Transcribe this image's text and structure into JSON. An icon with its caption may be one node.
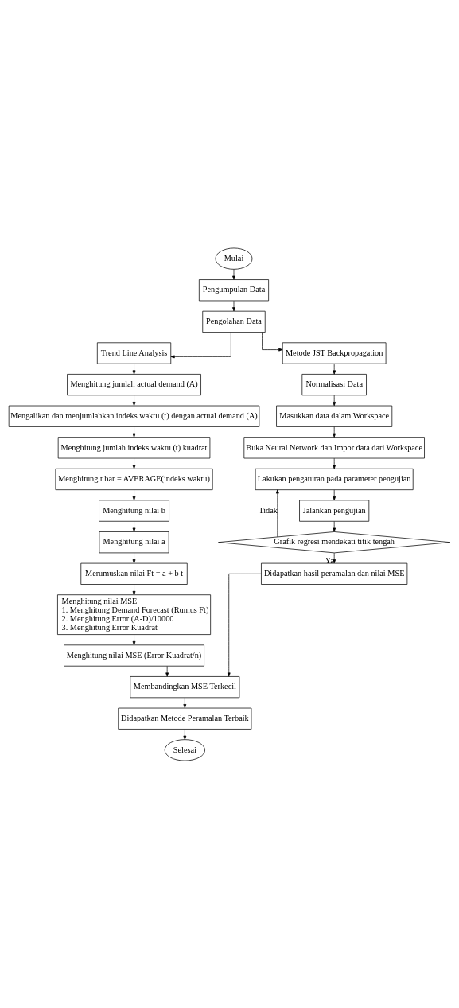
{
  "diagram": {
    "nodes": [
      {
        "text": [
          "Mulai"
        ]
      },
      {
        "text": [
          "Pengumpulan Data"
        ]
      },
      {
        "text": [
          "Pengolahan Data"
        ]
      },
      {
        "text": [
          "Trend Line Analysis"
        ]
      },
      {
        "text": [
          "Menghitung jumlah actual demand (A)"
        ]
      },
      {
        "text": [
          "Mengalikan dan menjumlahkan indeks waktu (t) dengan actual demand (A)"
        ]
      },
      {
        "text": [
          "Menghitung jumlah indeks waktu (t) kuadrat"
        ]
      },
      {
        "text": [
          "Menghitung t bar = AVERAGE(indeks waktu)"
        ]
      },
      {
        "text": [
          "Menghitung nilai b"
        ]
      },
      {
        "text": [
          "Menghitung nilai a"
        ]
      },
      {
        "text": [
          "Merumuskan nilai Ft = a + b t"
        ]
      },
      {
        "text": [
          "Menghitung nilai MSE",
          "1. Menghitung Demand Forecast (Rumus Ft)",
          "2. Menghitung Error (A-D)/10000",
          "3. Menghitung Error Kuadrat"
        ]
      },
      {
        "text": [
          "Menghitung nilai MSE (Error Kuadrat/n)"
        ]
      },
      {
        "text": [
          "Metode JST Backpropagation"
        ]
      },
      {
        "text": [
          "Normalisasi Data"
        ]
      },
      {
        "text": [
          "Masukkan data dalam Workspace"
        ]
      },
      {
        "text": [
          "Buka Neural Network dan Impor data dari Workspace"
        ]
      },
      {
        "text": [
          "Lakukan pengaturan pada parameter pengujian"
        ]
      },
      {
        "text": [
          "Jalankan pengujian"
        ]
      },
      {
        "text": [
          "Grafik regresi mendekati titik tengah"
        ]
      },
      {
        "text": [
          "Didapatkan hasil peramalan dan nilai MSE"
        ]
      },
      {
        "text": [
          "Membandingkan MSE Terkecil"
        ]
      },
      {
        "text": [
          "Didapatkan Metode Peramalan Terbaik"
        ]
      },
      {
        "text": [
          "Selesai"
        ]
      }
    ],
    "edges": [
      {
        "from": 0,
        "to": 1,
        "arrow": "to"
      },
      {
        "from": 1,
        "to": 2,
        "arrow": "to"
      },
      {
        "from": 2,
        "to": 3,
        "arrow": "to"
      },
      {
        "from": 2,
        "to": 13,
        "arrow": "to"
      },
      {
        "from": 3,
        "to": 4,
        "arrow": "to"
      },
      {
        "from": 4,
        "to": 5,
        "arrow": "to"
      },
      {
        "from": 5,
        "to": 6,
        "arrow": "to"
      },
      {
        "from": 6,
        "to": 7,
        "arrow": "to"
      },
      {
        "from": 7,
        "to": 8,
        "arrow": "to"
      },
      {
        "from": 8,
        "to": 9,
        "arrow": "to"
      },
      {
        "from": 9,
        "to": 10,
        "arrow": "to"
      },
      {
        "from": 10,
        "to": 11,
        "arrow": "to"
      },
      {
        "from": 11,
        "to": 12,
        "arrow": "to"
      },
      {
        "from": 12,
        "to": 21,
        "arrow": "to"
      },
      {
        "from": 13,
        "to": 14,
        "arrow": "to"
      },
      {
        "from": 14,
        "to": 15,
        "arrow": "to"
      },
      {
        "from": 15,
        "to": 16,
        "arrow": "to"
      },
      {
        "from": 16,
        "to": 17,
        "arrow": "to"
      },
      {
        "from": 17,
        "to": 18,
        "arrow": "to"
      },
      {
        "from": 18,
        "to": 19,
        "arrow": "to"
      },
      {
        "from": 19,
        "to": 17,
        "label": "Tidak",
        "arrow": "to"
      },
      {
        "from": 19,
        "to": 20,
        "label": "Ya",
        "arrow": "to"
      },
      {
        "from": 20,
        "to": 21,
        "arrow": "to"
      },
      {
        "from": 21,
        "to": 22,
        "arrow": "to"
      },
      {
        "from": 22,
        "to": 23,
        "arrow": "to"
      }
    ]
  }
}
